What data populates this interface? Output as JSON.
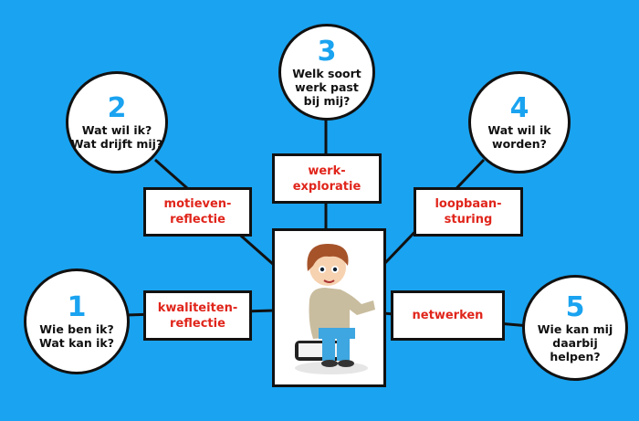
{
  "colors": {
    "background": "#1aa3f0",
    "number": "#1aa3f0",
    "label": "#e0251b"
  },
  "steps": [
    {
      "number": "1",
      "question": "Wie ben ik?\nWat kan ik?",
      "label": "kwaliteiten-\nreflectie"
    },
    {
      "number": "2",
      "question": "Wat wil ik?\nWat drijft mij?",
      "label": "motieven-\nreflectie"
    },
    {
      "number": "3",
      "question": "Welk soort\nwerk past\nbij mij?",
      "label": "werk-\nexploratie"
    },
    {
      "number": "4",
      "question": "Wat wil ik\nworden?",
      "label": "loopbaan-\nsturing"
    },
    {
      "number": "5",
      "question": "Wie kan mij\ndaarbij\nhelpen?",
      "label": "netwerken"
    }
  ]
}
